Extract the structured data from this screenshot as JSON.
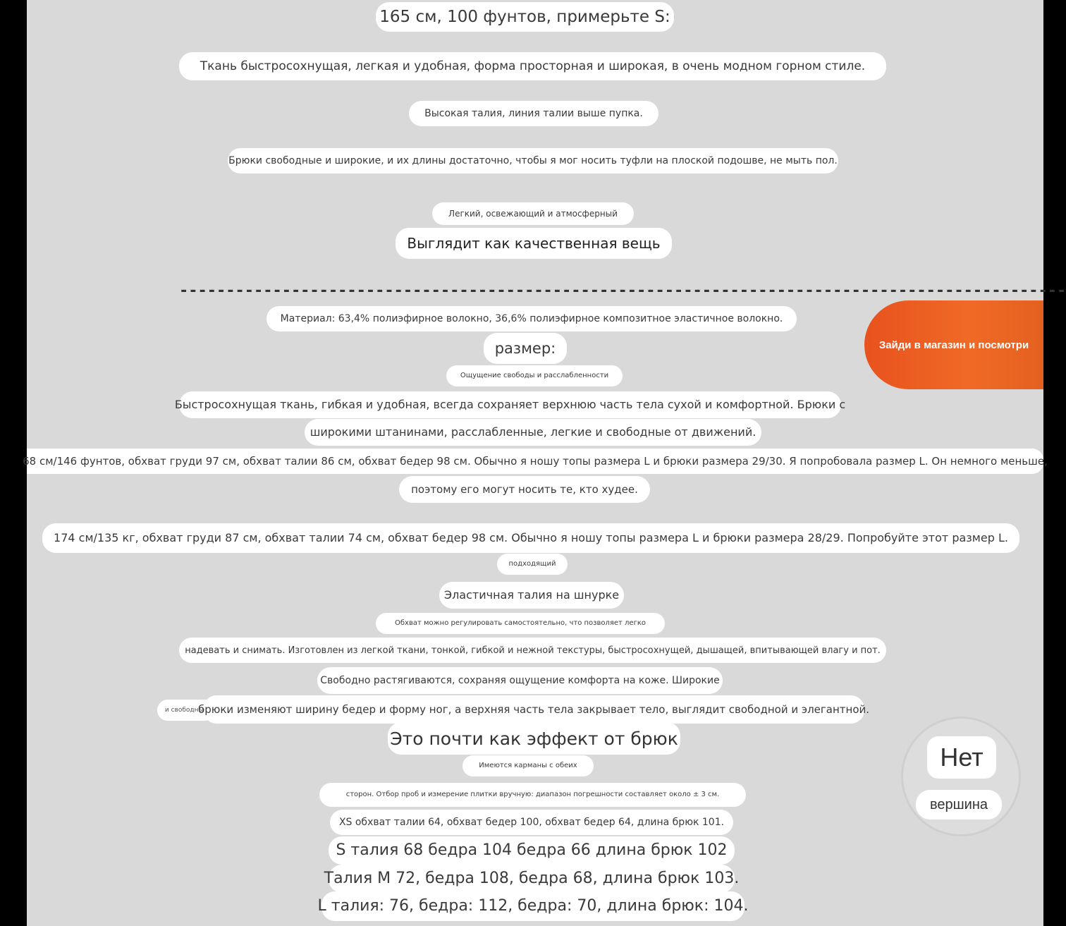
{
  "review_lines": {
    "l1": "165 см, 100 фунтов, примерьте S:",
    "l2": "Ткань быстросохнущая, легкая и удобная, форма просторная и широкая, в очень модном горном стиле.",
    "l3": "Высокая талия, линия талии выше пупка.",
    "l4": "Брюки свободные и широкие, и их длины достаточно, чтобы я мог носить туфли на плоской подошве, не мыть пол.",
    "l5": "Легкий, освежающий и атмосферный",
    "l6": "Выглядит как качественная вещь"
  },
  "divider": "-----------------------------------------------------------------------------------------------",
  "details": {
    "material": "Материал: 63,4% полиэфирное волокно, 36,6% полиэфирное композитное эластичное волокно.",
    "size_label": "размер:",
    "feel": "Ощущение свободы и расслабленности",
    "fabric1": "Быстросохнущая ткань, гибкая и удобная, всегда сохраняет верхнюю часть тела сухой и комфортной. Брюки с",
    "fabric2": "широкими штанинами, расслабленные, легкие и свободные от движений.",
    "review_a1": "68 см/146 фунтов, обхват груди 97 см, обхват талии 86 см, обхват бедер 98 см. Обычно я ношу топы размера L и брюки размера 29/30. Я попробовала размер L. Он немного меньше,",
    "review_a2": "поэтому его могут носить те, кто худее.",
    "review_b": "174 см/135 кг, обхват груди 87 см, обхват талии 74 см, обхват бедер 98 см. Обычно я ношу топы размера L и брюки размера 28/29. Попробуйте этот размер L.",
    "fit": "подходящий",
    "waist": "Эластичная талия на шнурке",
    "adjust1": "Обхват можно регулировать самостоятельно, что позволяет легко",
    "adjust2": "надевать и снимать. Изготовлен из легкой ткани, тонкой, гибкой и нежной текстуры, быстросохнущей, дышащей, впитывающей влагу и пот.",
    "stretch1": "Свободно растягиваются, сохраняя ощущение комфорта на коже. Широкие",
    "stretch2_small": "и свободные",
    "stretch2": "брюки изменяют ширину бедер и форму ног, а верхняя часть тела закрывает тело, выглядит свободной и элегантной.",
    "effect": "Это почти как эффект от брюк",
    "pockets": "Имеются карманы с обеих",
    "sides": "сторон. Отбор проб и измерение плитки вручную: диапазон погрешности составляет около ± 3 см.",
    "xs": "XS обхват талии 64, обхват бедер 100, обхват бедер 64, длина брюк 101.",
    "s": "S талия 68 бедра 104 бедра 66 длина брюк 102",
    "m": "Талия M 72, бедра 108, бедра 68, длина брюк 103.",
    "l": "L талия: 76, бедра: 112, бедра: 70, длина брюк: 104."
  },
  "cta_label": "Зайди в магазин и посмотри",
  "badge": {
    "top": "Нет",
    "bottom": "вершина"
  },
  "colors": {
    "background": "#d9d9d9",
    "cta": "#ec5d22",
    "pill": "#ffffff",
    "text": "#3a3a3a"
  }
}
